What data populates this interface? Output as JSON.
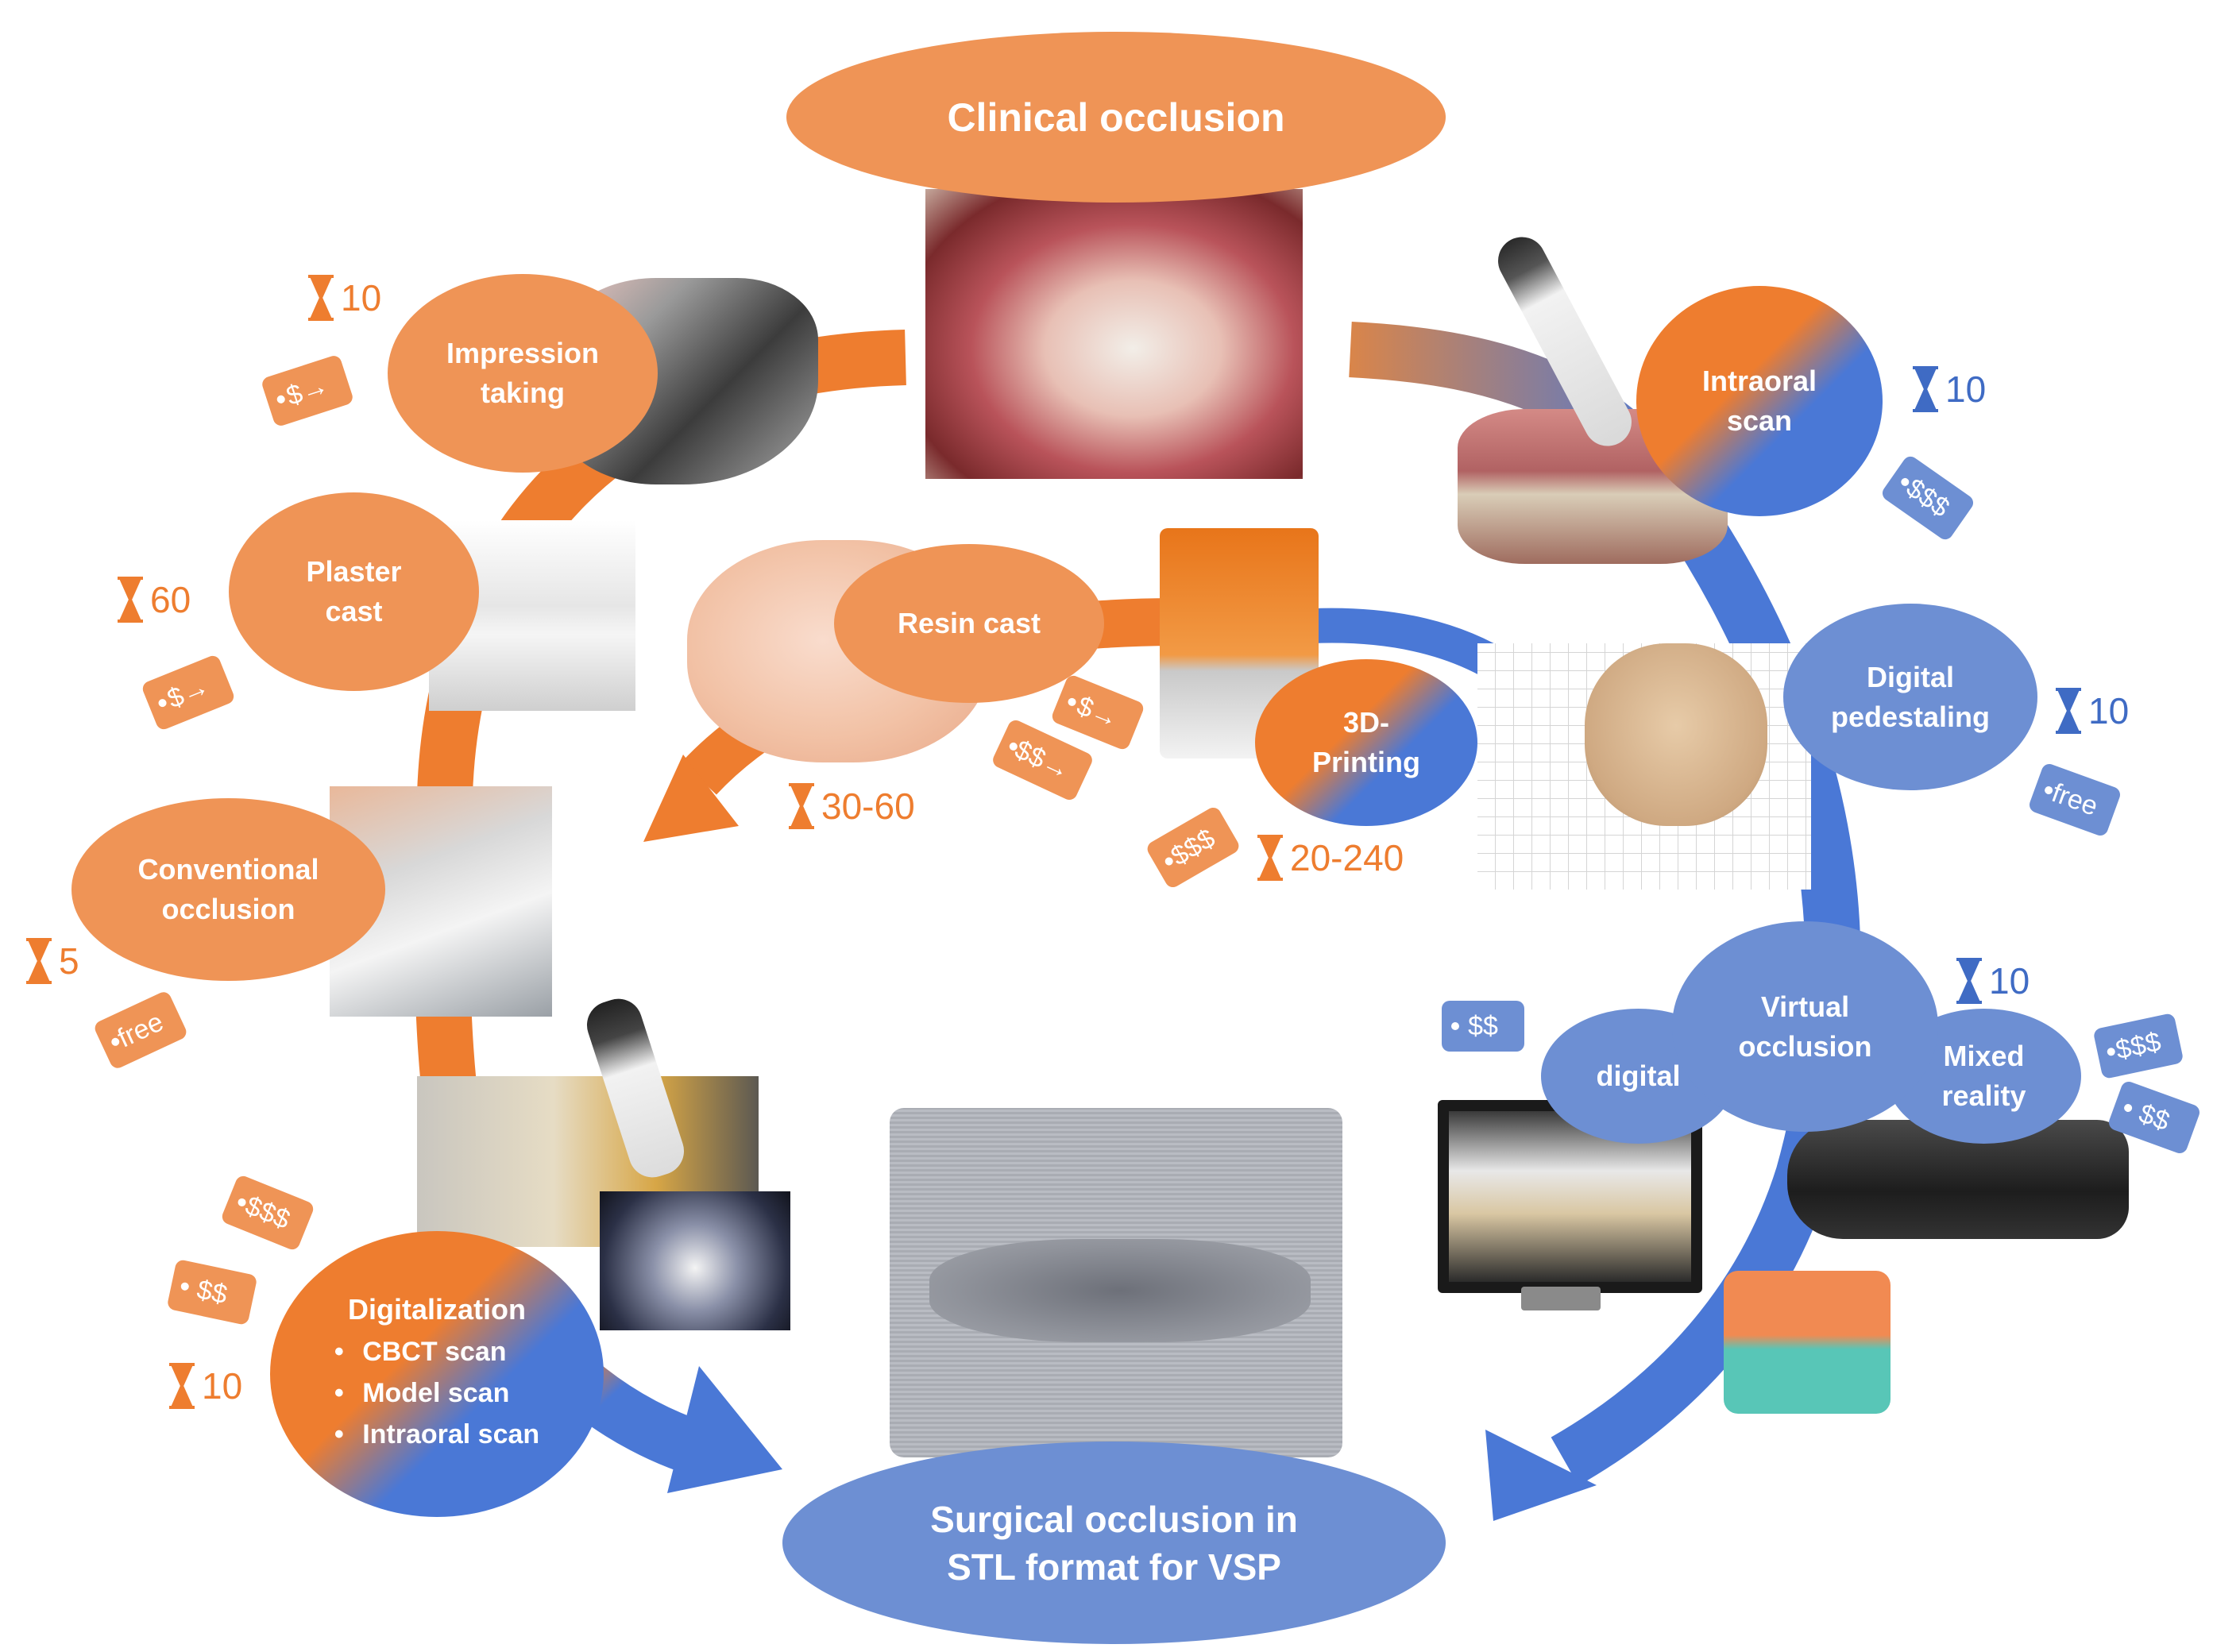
{
  "nodes": {
    "clinical": "Clinical occlusion",
    "impression": [
      "Impression",
      "taking"
    ],
    "plaster": [
      "Plaster",
      "cast"
    ],
    "conventional": [
      "Conventional",
      "occlusion"
    ],
    "digitalization_title": "Digitalization",
    "digitalization_items": [
      "CBCT scan",
      "Model scan",
      "Intraoral scan"
    ],
    "resin": "Resin cast",
    "printing": [
      "3D-",
      "Printing"
    ],
    "intraoral": [
      "Intraoral",
      "scan"
    ],
    "pedestaling": [
      "Digital",
      "pedestaling"
    ],
    "virtual": [
      "Virtual",
      "occlusion"
    ],
    "digital": "digital",
    "mixed": [
      "Mixed",
      "reality"
    ],
    "surgical": [
      "Surgical occlusion in",
      "STL format for VSP"
    ]
  },
  "timers": {
    "impression": "10",
    "plaster": "60",
    "conventional": "5",
    "digitalization": "10",
    "resin": "30-60",
    "printing": "20-240",
    "intraoral": "10",
    "pedestaling": "10",
    "virtual": "10"
  },
  "prices": {
    "impression": "$→",
    "plaster": "$→",
    "conventional": "free",
    "digitalization_a": "$$$",
    "digitalization_b": "$$",
    "resin_a": "$→",
    "resin_b": "$$→",
    "printing": "$$$",
    "intraoral": "$$$",
    "pedestaling": "free",
    "digital": "$$",
    "mixed_a": "$$$",
    "mixed_b": "$$"
  },
  "colors": {
    "orange": "#ef9456",
    "orange_dark": "#ee7d2f",
    "blue": "#6d8fd3",
    "blue_dark": "#4a78d6"
  },
  "icons": [
    "hourglass-icon",
    "price-tag-icon"
  ]
}
